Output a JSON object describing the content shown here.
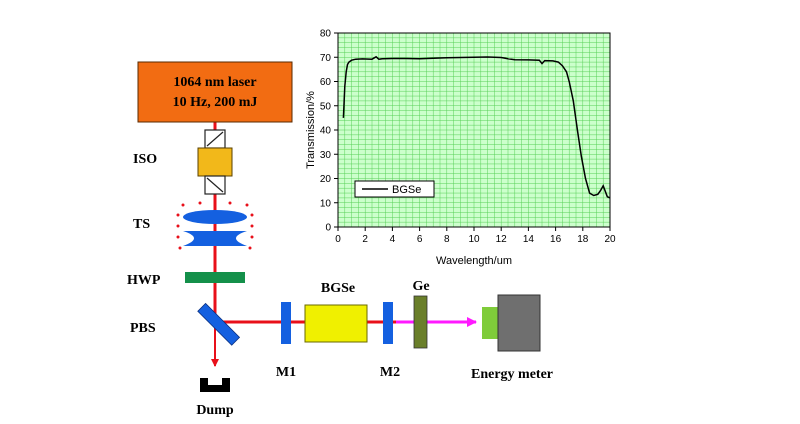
{
  "laser": {
    "line1": "1064 nm laser",
    "line2": "10 Hz, 200 mJ"
  },
  "labels": {
    "iso": "ISO",
    "ts": "TS",
    "hwp": "HWP",
    "pbs": "PBS",
    "m1": "M1",
    "m2": "M2",
    "bgse": "BGSe",
    "ge": "Ge",
    "dump": "Dump",
    "energy_meter": "Energy meter"
  },
  "colors": {
    "beam": "#e8101a",
    "mid_ir_beam": "#ff19ff",
    "laser_box": "#f26c12",
    "iso_body": "#f2b81a",
    "lens": "#1460e0",
    "hwp": "#14904a",
    "crystal": "#f0f000",
    "ge": "#6a7f2a",
    "detector_face": "#7fcc3a",
    "detector_body": "#6f6f6f",
    "plot_bg": "#ccffcc",
    "grid": "#58d058",
    "curve": "#000000"
  },
  "chart_data": {
    "type": "line",
    "xlabel": "Wavelength/um",
    "ylabel": "Transmission/%",
    "xlim": [
      0,
      20
    ],
    "ylim": [
      0,
      80
    ],
    "xticks": [
      0,
      2,
      4,
      6,
      8,
      10,
      12,
      14,
      16,
      18,
      20
    ],
    "yticks": [
      0,
      10,
      20,
      30,
      40,
      50,
      60,
      70,
      80
    ],
    "grid": true,
    "legend_position": "bottom-left",
    "series": [
      {
        "name": "BGSe",
        "x": [
          0.4,
          0.5,
          0.6,
          0.7,
          0.8,
          1.0,
          1.3,
          1.8,
          2.5,
          2.8,
          3.0,
          3.3,
          4.0,
          5.0,
          6.0,
          7.0,
          8.0,
          9.0,
          10.0,
          11.0,
          12.0,
          12.5,
          13.0,
          14.0,
          14.8,
          15.0,
          15.2,
          15.8,
          16.2,
          16.5,
          16.8,
          17.0,
          17.3,
          17.6,
          17.9,
          18.2,
          18.5,
          18.8,
          19.1,
          19.3,
          19.5,
          19.8,
          20.0
        ],
        "y": [
          45,
          58,
          64,
          67,
          68,
          68.8,
          69.2,
          69.3,
          69.2,
          70.2,
          69.2,
          69.4,
          69.5,
          69.5,
          69.4,
          69.6,
          69.8,
          69.9,
          70.0,
          70.1,
          69.9,
          69.4,
          69.0,
          68.9,
          68.8,
          67.4,
          68.6,
          68.5,
          68.0,
          66.5,
          64,
          60,
          52,
          40,
          29,
          20,
          14,
          13,
          13.5,
          15,
          17,
          12.5,
          12
        ]
      }
    ]
  }
}
